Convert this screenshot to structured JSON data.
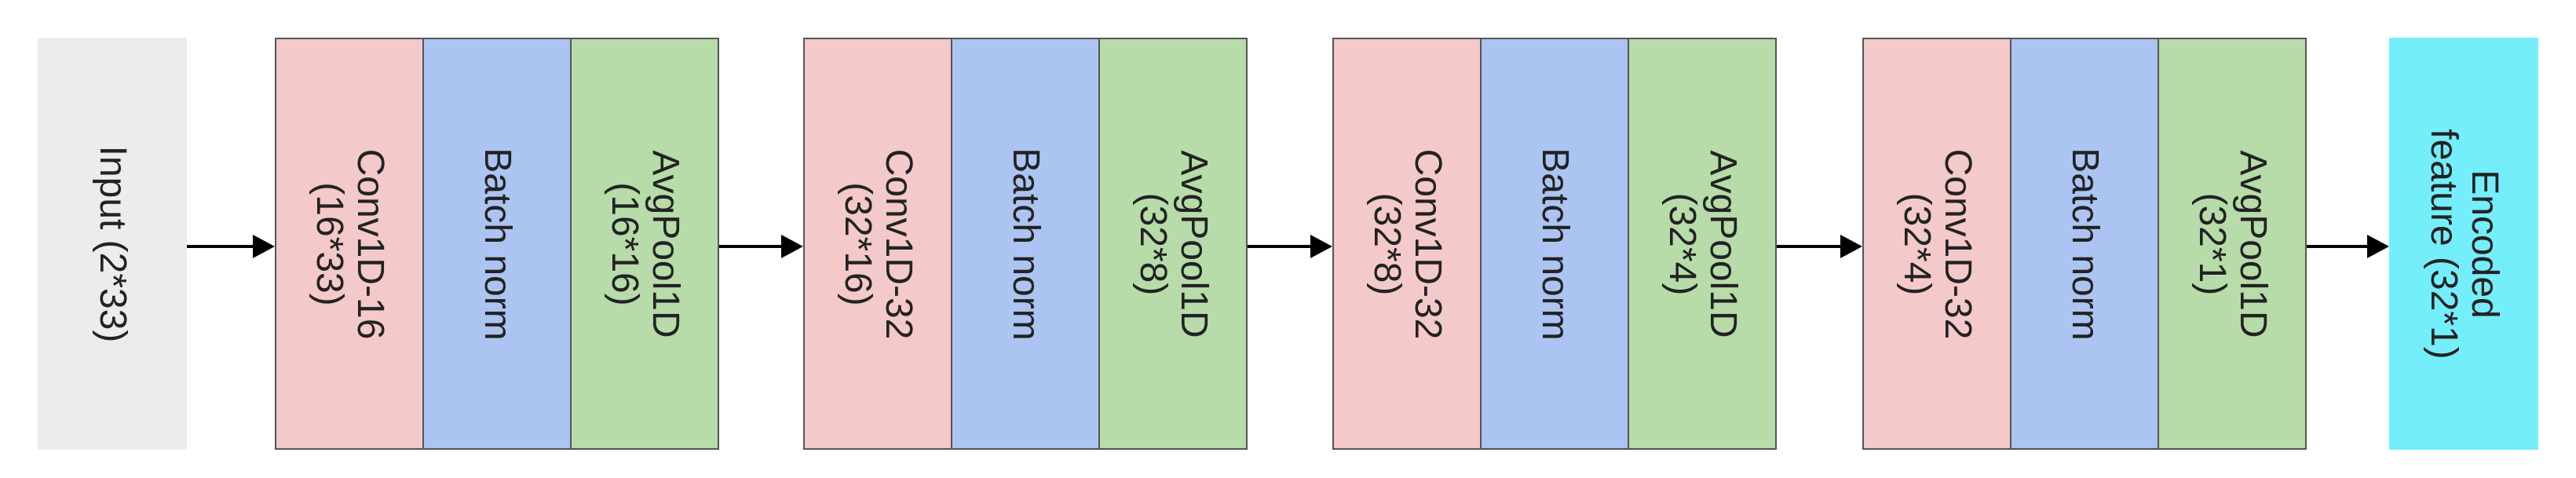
{
  "input": {
    "line1": "Input  (2*33)"
  },
  "stages": [
    {
      "conv": {
        "line1": "Conv1D-16",
        "line2": "(16*33)"
      },
      "bn": {
        "line1": "Batch norm"
      },
      "pool": {
        "line1": "AvgPool1D",
        "line2": "(16*16)"
      }
    },
    {
      "conv": {
        "line1": "Conv1D-32",
        "line2": "(32*16)"
      },
      "bn": {
        "line1": "Batch norm"
      },
      "pool": {
        "line1": "AvgPool1D",
        "line2": "(32*8)"
      }
    },
    {
      "conv": {
        "line1": "Conv1D-32",
        "line2": "(32*8)"
      },
      "bn": {
        "line1": "Batch norm"
      },
      "pool": {
        "line1": "AvgPool1D",
        "line2": "(32*4)"
      }
    },
    {
      "conv": {
        "line1": "Conv1D-32",
        "line2": "(32*4)"
      },
      "bn": {
        "line1": "Batch norm"
      },
      "pool": {
        "line1": "AvgPool1D",
        "line2": "(32*1)"
      }
    }
  ],
  "output": {
    "line1": "Encoded",
    "line2": "feature  (32*1)"
  },
  "colors": {
    "input": "#ececec",
    "conv": "#f3c9c9",
    "batch_norm": "#abc4f2",
    "pool": "#b7dba9",
    "output": "#74eefa",
    "border": "#555555",
    "arrow": "#000000"
  }
}
